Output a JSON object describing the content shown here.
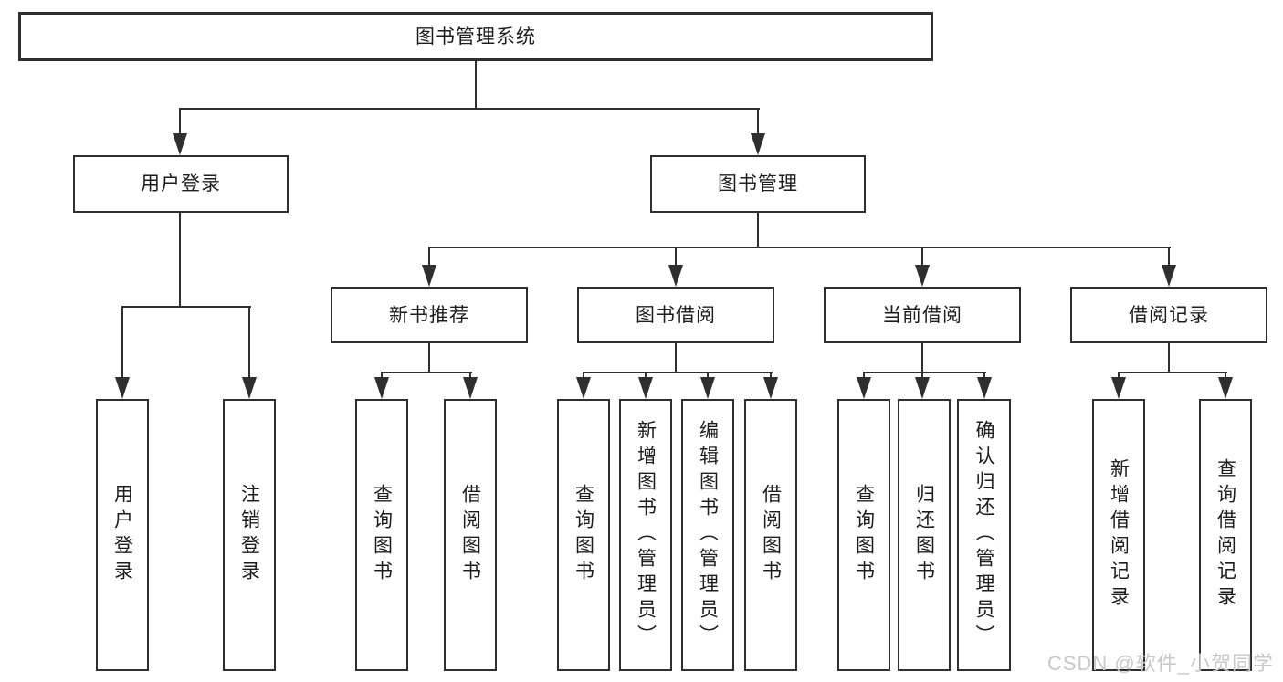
{
  "style": {
    "line_color": "#2f2f2f",
    "box_border_color": "#2f2f2f",
    "box_fill": "#ffffff",
    "text_color": "#1d1d1d",
    "watermark_color": "#c9c9c9",
    "background": "#ffffff"
  },
  "watermark": {
    "text": "CSDN @软件_小贺同学"
  },
  "tree": {
    "label": "图书管理系统",
    "children": [
      {
        "label": "用户登录",
        "children": [
          {
            "label": "用户登录"
          },
          {
            "label": "注销登录"
          }
        ]
      },
      {
        "label": "图书管理",
        "children": [
          {
            "label": "新书推荐",
            "children": [
              {
                "label": "查询图书"
              },
              {
                "label": "借阅图书"
              }
            ]
          },
          {
            "label": "图书借阅",
            "children": [
              {
                "label": "查询图书"
              },
              {
                "label": "新增图书（管理员）"
              },
              {
                "label": "编辑图书（管理员）"
              },
              {
                "label": "借阅图书"
              }
            ]
          },
          {
            "label": "当前借阅",
            "children": [
              {
                "label": "查询图书"
              },
              {
                "label": "归还图书"
              },
              {
                "label": "确认归还（管理员）"
              }
            ]
          },
          {
            "label": "借阅记录",
            "children": [
              {
                "label": "新增借阅记录"
              },
              {
                "label": "查询借阅记录"
              }
            ]
          }
        ]
      }
    ]
  }
}
